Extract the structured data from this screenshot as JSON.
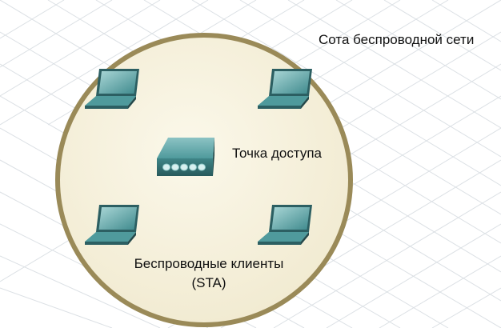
{
  "labels": {
    "cell": "Сота беспроводной сети",
    "access_point": "Точка доступа",
    "clients_line1": "Беспроводные клиенты",
    "clients_line2": "(STA)"
  },
  "colors": {
    "cell_fill": "#f5f0d8",
    "cell_border": "#9a8a58",
    "device_teal": "#4f9a9c",
    "device_dark": "#2c5f62",
    "grid_line": "#d8dde2"
  },
  "icons": {
    "access_point": "access-point-icon",
    "client": "laptop-icon"
  }
}
